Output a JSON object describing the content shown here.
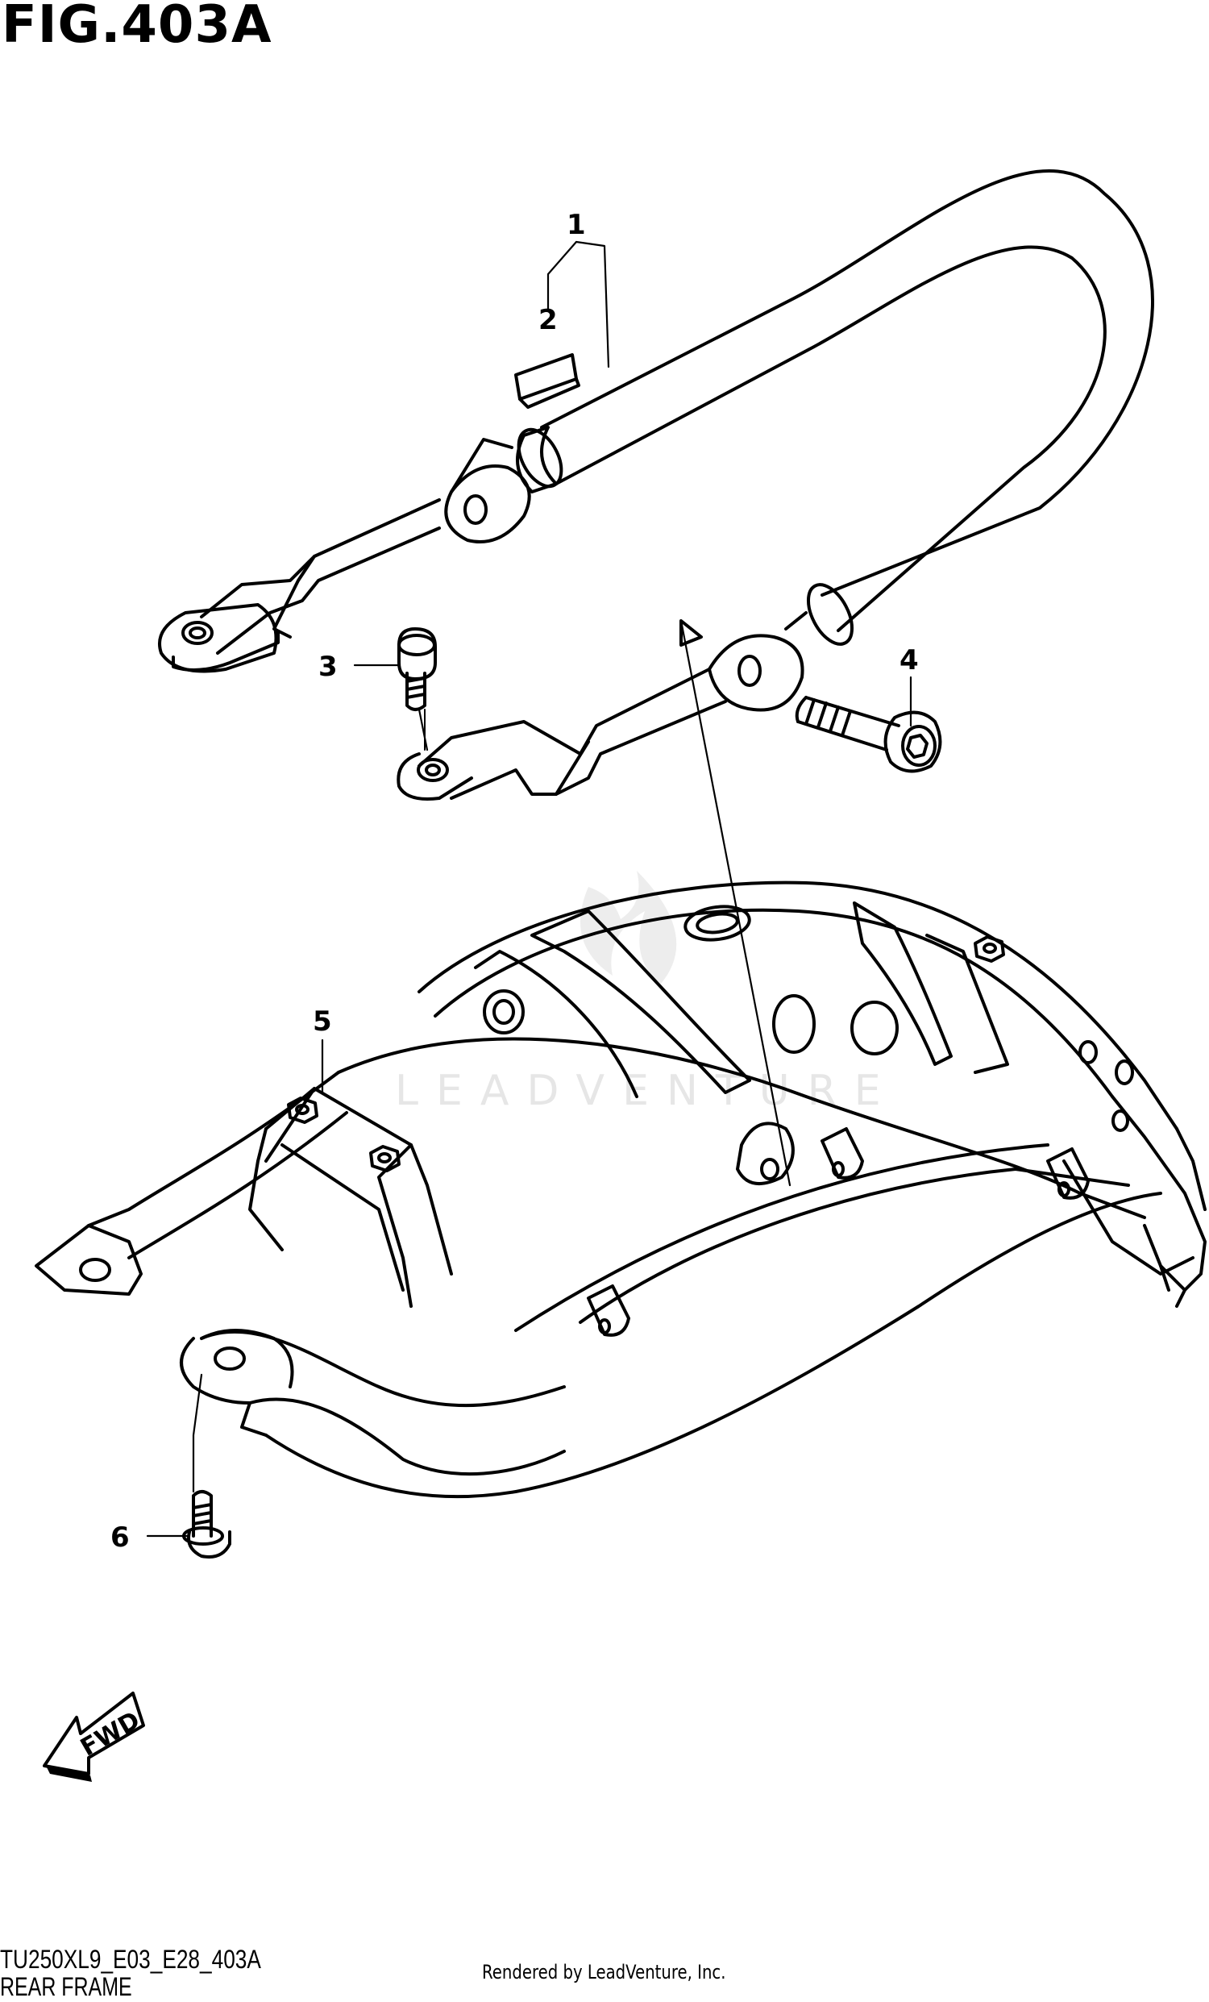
{
  "figure": {
    "title": "FIG.403A",
    "code": "TU250XL9_E03_E28_403A",
    "name": "REAR FRAME"
  },
  "callouts": [
    {
      "number": "1",
      "part": "grab-bar"
    },
    {
      "number": "2",
      "part": "label"
    },
    {
      "number": "3",
      "part": "bolt"
    },
    {
      "number": "4",
      "part": "bolt"
    },
    {
      "number": "5",
      "part": "rear-fender-frame"
    },
    {
      "number": "6",
      "part": "bolt"
    }
  ],
  "direction_marker": "FWD",
  "watermark": "LEADVENTURE",
  "credit": "Rendered by LeadVenture, Inc.",
  "colors": {
    "line": "#000000",
    "background": "#ffffff",
    "watermark": "#e6e6e6"
  }
}
